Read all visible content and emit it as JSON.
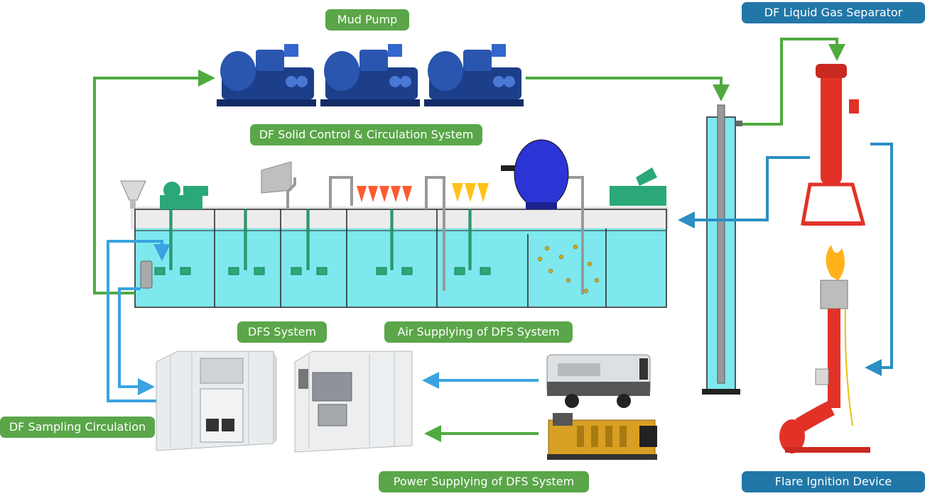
{
  "labels": {
    "mud_pump": "Mud Pump",
    "liquid_gas_separator": "DF Liquid Gas Separator",
    "solid_control": "DF Solid Control & Circulation System",
    "dfs_system": "DFS System",
    "air_supplying": "Air Supplying of DFS System",
    "sampling_circulation": "DF Sampling Circulation",
    "power_supplying": "Power Supplying of DFS System",
    "flare_ignition": "Flare Ignition Device"
  },
  "colors": {
    "green_label": "#5aa649",
    "blue_label": "#2177a8",
    "green_arrow": "#4faa3f",
    "blue_arrow": "#2a8fc4",
    "light_blue_arrow": "#3aa3e0",
    "tank_fluid": "#7ee8ee",
    "pump_blue": "#1d3f8a",
    "separator_red": "#e23228",
    "shaker_green": "#2aa877"
  }
}
